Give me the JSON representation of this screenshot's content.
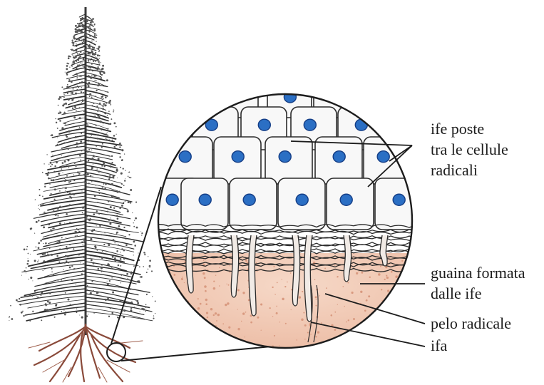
{
  "labels": {
    "ife_poste": [
      "ife poste",
      "tra le cellule",
      "radicali"
    ],
    "guaina": [
      "guaina formata",
      "dalle ife"
    ],
    "pelo": "pelo radicale",
    "ifa": "ifa"
  },
  "colors": {
    "cell_nucleus": "#2b6fc4",
    "nucleus_rim": "#153e86",
    "soil_tint": "#f2c8b2",
    "root_brown": "#8a4a3a",
    "ink": "#1c1c1c"
  }
}
